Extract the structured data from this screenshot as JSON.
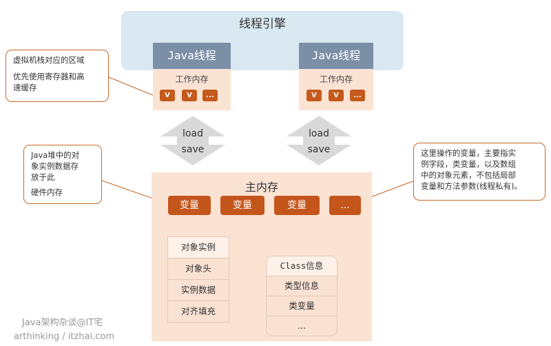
{
  "engine": {
    "title": "线程引擎"
  },
  "threads": [
    {
      "header": "Java线程",
      "work_memory_label": "工作内存",
      "chips": [
        "V",
        "V",
        "..."
      ]
    },
    {
      "header": "Java线程",
      "work_memory_label": "工作内存",
      "chips": [
        "V",
        "V",
        "..."
      ]
    }
  ],
  "arrows": [
    {
      "top": "load",
      "bottom": "save"
    },
    {
      "top": "load",
      "bottom": "save"
    }
  ],
  "callouts": {
    "top_left": [
      "虚拟机栈对应的区域",
      "",
      "优先使用寄存器和高",
      "速缓存"
    ],
    "mid_left": [
      "Java堆中的对",
      "象实例数据存",
      "放于此",
      "",
      "硬件内存"
    ],
    "right": [
      "这里操作的变量，主要指实",
      "例字段，类变量，以及数组",
      "中的对象元素，不包括局部",
      "变量和方法参数(线程私有)。"
    ]
  },
  "main_memory": {
    "title": "主内存",
    "variables": [
      "变量",
      "变量",
      "变量",
      "..."
    ],
    "object_instance": [
      "对象实例",
      "对象头",
      "实例数据",
      "对齐填充"
    ],
    "class_info": [
      "Class信息",
      "类型信息",
      "类变量",
      "..."
    ]
  },
  "footer": {
    "line1": "Java架构杂谈@IT宅",
    "line2": "arthinking / itzhai.com"
  },
  "colors": {
    "accent": "#c4561b",
    "engine_bg": "#dae8f2",
    "thread_header": "#7b8fa7",
    "memory_bg": "#fbe3d3",
    "arrow": "#d9d9d9"
  }
}
